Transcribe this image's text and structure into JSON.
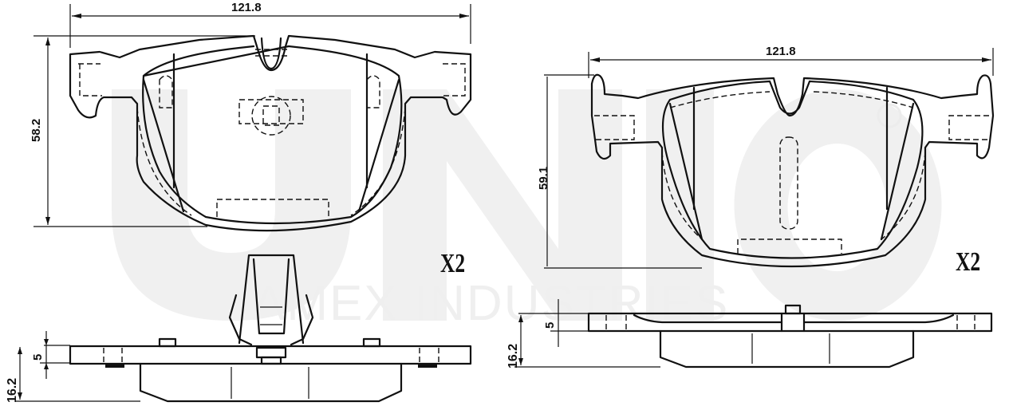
{
  "watermark": {
    "brand": "UNIQ",
    "registered_mark": "®",
    "subtitle": "AMEX INDUSTRIES",
    "color": "#efefef"
  },
  "drawings": {
    "pad_left": {
      "width_dimension": "121.8",
      "height_dimension": "58.2",
      "quantity": "X2",
      "side_view": {
        "backing_plate_thickness": "5",
        "total_thickness": "16.2"
      }
    },
    "pad_right": {
      "width_dimension": "121.8",
      "height_dimension": "59.1",
      "quantity": "X2",
      "side_view": {
        "backing_plate_thickness": "5",
        "total_thickness": "16.2"
      }
    }
  },
  "colors": {
    "line": "#111111",
    "background": "#ffffff"
  }
}
